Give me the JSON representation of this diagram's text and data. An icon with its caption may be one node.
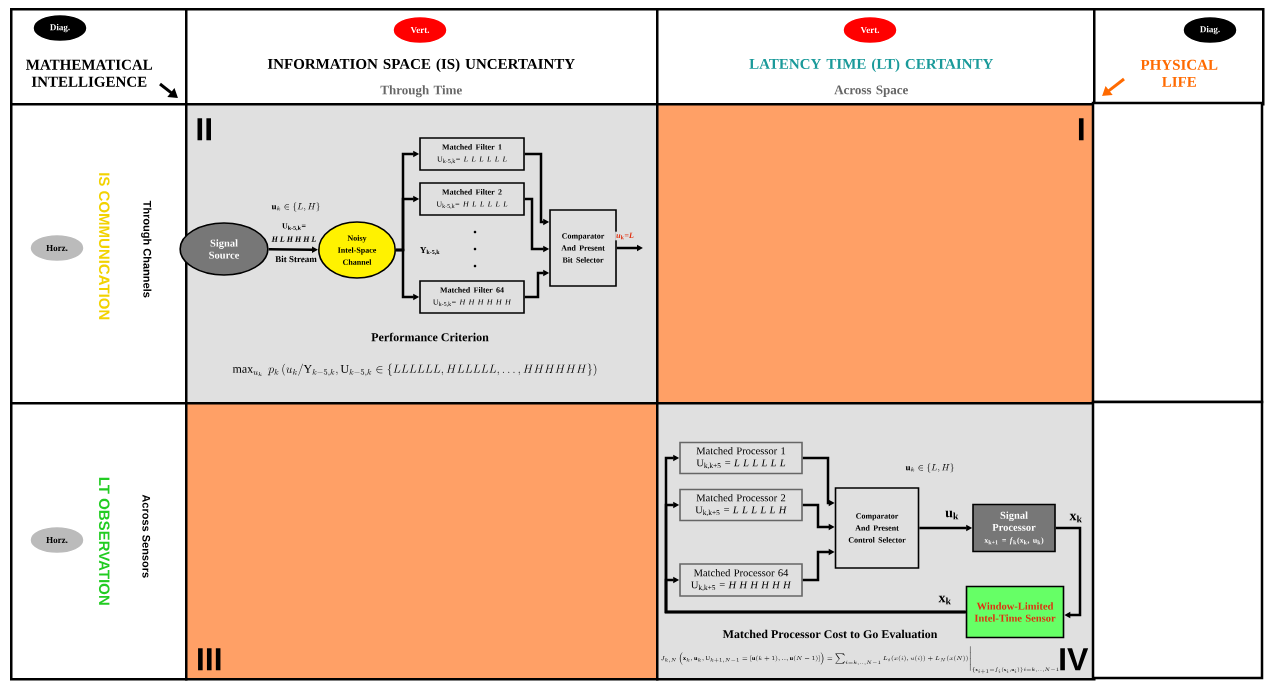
{
  "diagram": {
    "nodes": [
      {
        "text": [
          "MATHEMATICAL INTELLIGENCE"
        ]
      },
      {
        "text": [
          "Diag."
        ],
        "in": 0
      },
      {
        "text": [
          "INFORMATION SPACE (IS) UNCERTAINTY",
          "Through Time"
        ]
      },
      {
        "text": [
          "Vert."
        ],
        "in": 2
      },
      {
        "text": [
          "LATENCY TIME (LT) CERTAINTY",
          "Across Space"
        ]
      },
      {
        "text": [
          "Vert."
        ],
        "in": 4
      },
      {
        "text": [
          "PHYSICAL LIFE"
        ]
      },
      {
        "text": [
          "Diag."
        ],
        "in": 6
      },
      {
        "text": [
          "IS COMMUNICATION",
          "Through Channels"
        ]
      },
      {
        "text": [
          "Horz."
        ],
        "in": 8
      },
      {
        "text": [
          "II"
        ]
      },
      {
        "text": [
          "Signal Source"
        ],
        "in": 10
      },
      {
        "text": [
          "Noisy Intel-Space Channel"
        ],
        "in": 10
      },
      {
        "text": [
          "Matched Filter 1",
          "U$_{k-5,k}$= *L L L L L L*"
        ],
        "in": 10
      },
      {
        "text": [
          "Matched Filter 2",
          "U$_{k-5,k}$= *H L L L L L*"
        ],
        "in": 10
      },
      {
        "text": [
          "Matched Filter 64",
          "U$_{k-5,k}$= *H H H H H H*"
        ],
        "in": 10
      },
      {
        "text": [
          "Comparator And Present Bit Selector"
        ],
        "in": 10
      },
      {
        "text": [
          "I"
        ]
      },
      {
        "text": [
          "LT OBSERVATION",
          "Across Sensors"
        ]
      },
      {
        "text": [
          "Horz."
        ],
        "in": 18
      },
      {
        "text": [
          "III"
        ]
      },
      {
        "text": [
          "IV"
        ]
      },
      {
        "text": [
          "Matched Processor 1",
          "U$_{k,k+5}$ = *L L L L L L*"
        ],
        "in": 21
      },
      {
        "text": [
          "Matched Processor 2",
          "U$_{k,k+5}$ = *L L L L L H*"
        ],
        "in": 21
      },
      {
        "text": [
          "Matched Processor 64",
          "U$_{k,k+5}$ = *H H H H H H*"
        ],
        "in": 21
      },
      {
        "text": [
          "Comparator And Present Control Selector"
        ],
        "in": 21
      },
      {
        "text": [
          "Signal Processor",
          "x$_{k+1}$ = *f*$_{k}$(x$_{k}$, u$_{k}$)"
        ],
        "in": 21
      },
      {
        "text": [
          "Window-Limited Intel-Time Sensor"
        ],
        "in": 21
      }
    ],
    "edges": [
      {
        "from": 11,
        "to": 12,
        "arrow": "to",
        "label": "Bit Stream"
      },
      {
        "from": 12,
        "to": 13,
        "arrow": "to"
      },
      {
        "from": 12,
        "to": 14,
        "arrow": "to"
      },
      {
        "from": 12,
        "to": 15,
        "arrow": "to"
      },
      {
        "from": 13,
        "to": 16,
        "arrow": "to"
      },
      {
        "from": 14,
        "to": 16,
        "arrow": "to"
      },
      {
        "from": 15,
        "to": 16,
        "arrow": "to"
      },
      {
        "from": 16,
        "to": null,
        "arrow": "to",
        "label": "*u*$_{k}$=*L*"
      },
      {
        "from": 22,
        "to": 25,
        "arrow": "to"
      },
      {
        "from": 23,
        "to": 25,
        "arrow": "to"
      },
      {
        "from": 24,
        "to": 25,
        "arrow": "to"
      },
      {
        "from": 25,
        "to": 26,
        "arrow": "to",
        "label": "u$_{k}$"
      },
      {
        "from": 26,
        "to": 27,
        "arrow": "to",
        "label": "x$_{k}$"
      },
      {
        "from": 27,
        "to": 22,
        "arrow": "to",
        "label": "x$_{k}$"
      },
      {
        "from": 27,
        "to": 23,
        "arrow": "to"
      },
      {
        "from": 27,
        "to": 24,
        "arrow": "to"
      }
    ],
    "labels": [
      "\\mathbf{u}_k \\in\\{L,H\\}",
      "U$_{k-5,k}$=",
      "*H L H H H L*",
      "Y$_{k-5,k}$",
      "Performance Criterion",
      "\\max_{u_k}\\ p_k\\left(u_k / \\mathrm{Y}_{k-5,k}, \\mathrm{U}_{k-5,k} \\in \\{LLLLLL, HLLLLL, \\ldots, HHHHHH\\}\\right)",
      "\\mathbf{u}_k \\in \\{L,H\\}",
      "Matched Processor Cost to Go Evaluation",
      "J_{k,N}\\left(\\mathbf{x}_k,\\mathbf{u}_k,\\mathrm{U}_{k+1,N-1}=[\\mathbf{u}(k+1),..,\\mathbf{u}(N-1)]\\right)=\\sum_{i=k,..,N-1} L_i(x(i),u(i))+L_N(x(N))\\Big|_{\\{\\mathbf{x}_{i+1}=f_i(\\mathbf{x}_i,\\mathbf{u}_i)\\}i=k,..,N-1}"
    ]
  }
}
